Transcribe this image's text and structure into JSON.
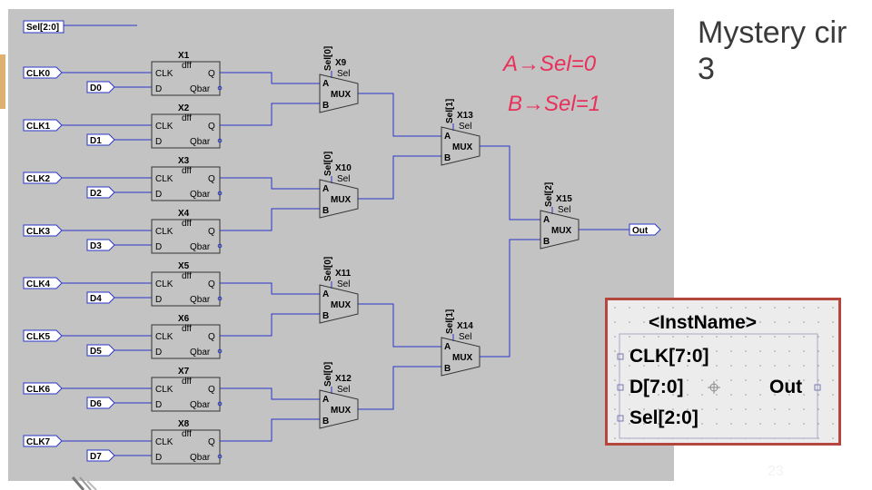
{
  "slide": {
    "title": "Mystery cir\n3",
    "page_number": "23"
  },
  "annotation": {
    "line1": "A→Sel=0",
    "line2": "B→Sel=1",
    "color": "#e8305a"
  },
  "colors": {
    "wire": "#2b35c8",
    "background": "#c3c3c3",
    "text": "#000000",
    "symbol_border": "#b5463e"
  },
  "bus": {
    "label": "Sel[2:0]"
  },
  "flipflops": [
    {
      "inst": "X1",
      "clk": "CLK0",
      "d": "D0"
    },
    {
      "inst": "X2",
      "clk": "CLK1",
      "d": "D1"
    },
    {
      "inst": "X3",
      "clk": "CLK2",
      "d": "D2"
    },
    {
      "inst": "X4",
      "clk": "CLK3",
      "d": "D3"
    },
    {
      "inst": "X5",
      "clk": "CLK4",
      "d": "D4"
    },
    {
      "inst": "X6",
      "clk": "CLK5",
      "d": "D5"
    },
    {
      "inst": "X7",
      "clk": "CLK6",
      "d": "D6"
    },
    {
      "inst": "X8",
      "clk": "CLK7",
      "d": "D7"
    }
  ],
  "ff_labels": {
    "type": "dff",
    "clk": "CLK",
    "d": "D",
    "q": "Q",
    "qbar": "Qbar"
  },
  "muxes": [
    {
      "inst": "X9",
      "sel_net": "Sel[0]"
    },
    {
      "inst": "X10",
      "sel_net": "Sel[0]"
    },
    {
      "inst": "X11",
      "sel_net": "Sel[0]"
    },
    {
      "inst": "X12",
      "sel_net": "Sel[0]"
    },
    {
      "inst": "X13",
      "sel_net": "Sel[1]"
    },
    {
      "inst": "X14",
      "sel_net": "Sel[1]"
    },
    {
      "inst": "X15",
      "sel_net": "Sel[2]"
    }
  ],
  "mux_labels": {
    "a": "A",
    "b": "B",
    "sel": "Sel",
    "name": "MUX"
  },
  "output": {
    "label": "Out"
  },
  "symbol": {
    "inst_name": "<InstName>",
    "pins_left": [
      "CLK[7:0]",
      "D[7:0]",
      "Sel[2:0]"
    ],
    "pin_right": "Out"
  }
}
